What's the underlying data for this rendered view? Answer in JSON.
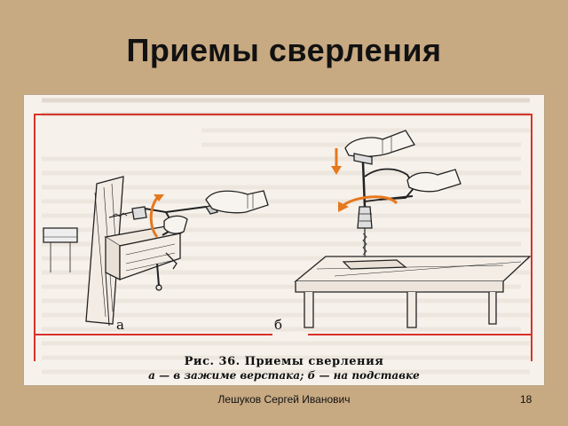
{
  "slide": {
    "title": "Приемы сверления",
    "author": "Лешуков Сергей Иванович",
    "page_number": "18"
  },
  "figure": {
    "label_a": "а",
    "label_b": "б",
    "caption_line1": "Рис. 36. Приемы сверления",
    "caption_line2": "а — в зажиме верстака; б — на подставке"
  },
  "colors": {
    "background": "#c7a982",
    "frame_red": "#d8332b",
    "arrow_orange": "#e6781e"
  }
}
